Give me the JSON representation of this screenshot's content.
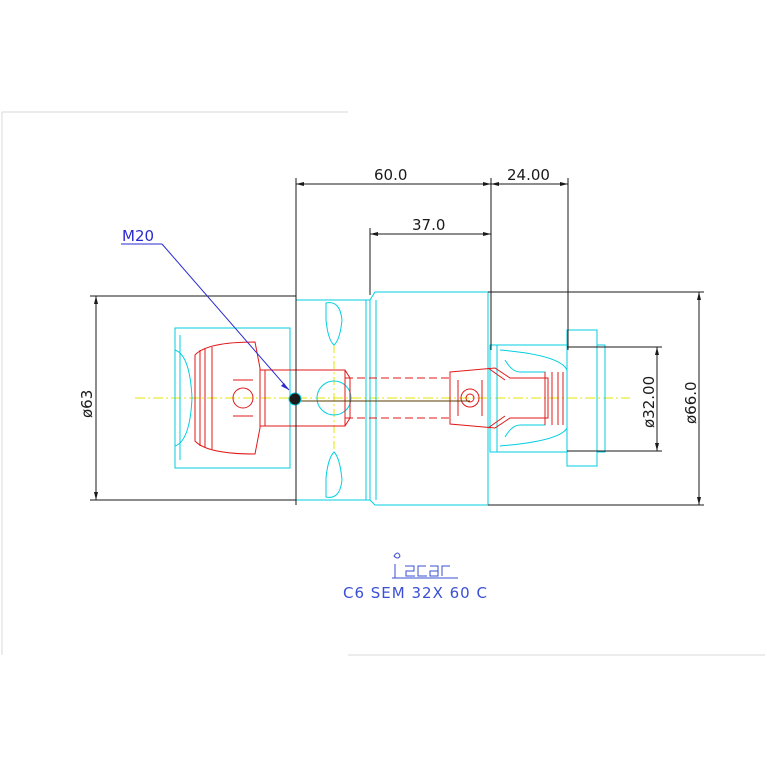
{
  "dimensions": {
    "length_60": "60.0",
    "length_24": "24.00",
    "length_37": "37.0",
    "dia_63": "ø63",
    "dia_32": "ø32.00",
    "dia_66": "ø66.0"
  },
  "callout": {
    "thread": "M20"
  },
  "logo": {
    "brand": "iscar"
  },
  "caption": {
    "part_number": "C6 SEM 32X 60 C"
  },
  "colors": {
    "outline": "#00cfe0",
    "hidden": "#e01818",
    "centerline": "#e6e600",
    "dimension": "#1a1a1a",
    "leader": "#2a2ad0",
    "caption": "#3a4fd6"
  }
}
